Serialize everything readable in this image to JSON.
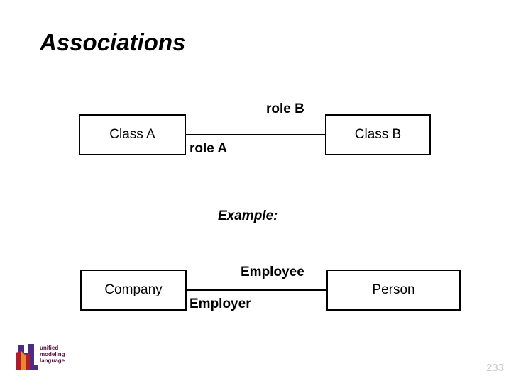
{
  "slide": {
    "title": "Associations",
    "page_number": "233",
    "background_color": "#ffffff",
    "ink_color": "#000000",
    "page_number_color": "#c9c9c9"
  },
  "example_caption": "Example:",
  "diagrams": [
    {
      "name": "generic-association",
      "left_class": "Class A",
      "right_class": "Class B",
      "role_near_left": "role A",
      "role_near_right": "role B"
    },
    {
      "name": "example-association",
      "left_class": "Company",
      "right_class": "Person",
      "role_near_left": "Employer",
      "role_near_right": "Employee"
    }
  ],
  "logo": {
    "name": "uml-logo",
    "line1": "unified",
    "line2": "modeling",
    "line3": "language",
    "mark_color_primary": "#4b2d83",
    "mark_color_secondary": "#b01c2e",
    "mark_color_tertiary": "#e8892b",
    "text_color": "#5c1040"
  }
}
